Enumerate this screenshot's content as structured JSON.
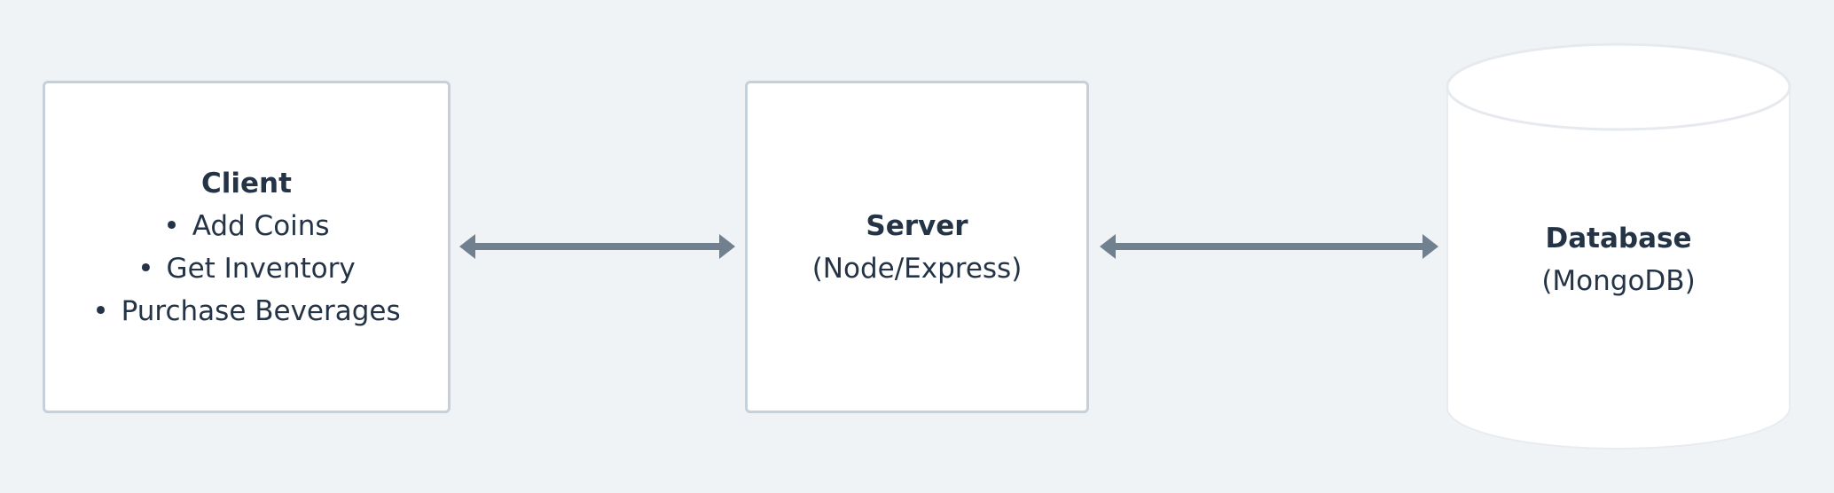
{
  "client": {
    "title": "Client",
    "items": [
      "Add Coins",
      "Get Inventory",
      "Purchase Beverages"
    ],
    "bullet": "•"
  },
  "server": {
    "title": "Server",
    "subtitle": "(Node/Express)"
  },
  "database": {
    "title": "Database",
    "subtitle": "(MongoDB)"
  },
  "colors": {
    "background": "#f0f3f6",
    "box_border": "#c5d0da",
    "arrow": "#71808f",
    "text": "#243446"
  },
  "connections": [
    {
      "from": "client",
      "to": "server",
      "direction": "bidirectional"
    },
    {
      "from": "server",
      "to": "database",
      "direction": "bidirectional"
    }
  ]
}
